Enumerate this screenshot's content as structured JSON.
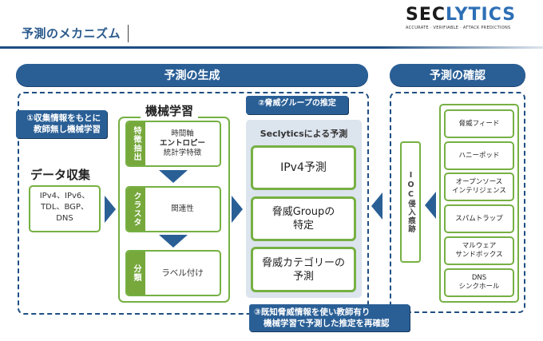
{
  "header": {
    "title": "予測のメカニズム",
    "logo": {
      "word_part1": "SEC",
      "word_part2": "LYTICS",
      "tagline": "ACCURATE · VERIFIABLE · ATTACK PREDICTIONS"
    }
  },
  "sections": {
    "generation": {
      "label": "予測の生成"
    },
    "verification": {
      "label": "予測の確認"
    }
  },
  "callouts": {
    "c1": {
      "line1": "①収集情報をもとに",
      "line2": "教師無し機械学習"
    },
    "c2": {
      "text": "②脅威グループの推定"
    },
    "c3": {
      "line1": "③既知脅威情報を使い教師有り",
      "line2": "機械学習で予測した推定を再確認"
    }
  },
  "data_collection": {
    "label": "データ収集",
    "lines": [
      "IPv4、IPv6、",
      "TDL、BGP、",
      "DNS"
    ]
  },
  "machine_learning": {
    "title": "機械学習",
    "steps": [
      {
        "tag": "特徴抽出",
        "lines": [
          "時間軸",
          "エントロピー",
          "統計学特徴"
        ]
      },
      {
        "tag": "クラスタ",
        "lines": [
          "関連性"
        ]
      },
      {
        "tag": "分類",
        "lines": [
          "ラベル付け"
        ]
      }
    ]
  },
  "prediction": {
    "header": "Seclyticsによる予測",
    "items": [
      {
        "lines": [
          "IPv4予測"
        ]
      },
      {
        "lines": [
          "脅威Groupの",
          "特定"
        ]
      },
      {
        "lines": [
          "脅威カテゴリーの",
          "予測"
        ]
      }
    ]
  },
  "ioc": {
    "label": "IOC侵入痕跡"
  },
  "sources": [
    {
      "lines": [
        "脅威フィード"
      ]
    },
    {
      "lines": [
        "ハニーポッド"
      ]
    },
    {
      "lines": [
        "オープンソース",
        "インテリジェンス"
      ]
    },
    {
      "lines": [
        "スパムトラップ"
      ]
    },
    {
      "lines": [
        "マルウェア",
        "サンドボックス"
      ]
    },
    {
      "lines": [
        "DNS",
        "シンクホール"
      ]
    }
  ],
  "colors": {
    "primary_blue": "#2a5f96",
    "dark_blue": "#1f4e82",
    "green": "#76b043",
    "panel_grey": "#dce4ee"
  }
}
